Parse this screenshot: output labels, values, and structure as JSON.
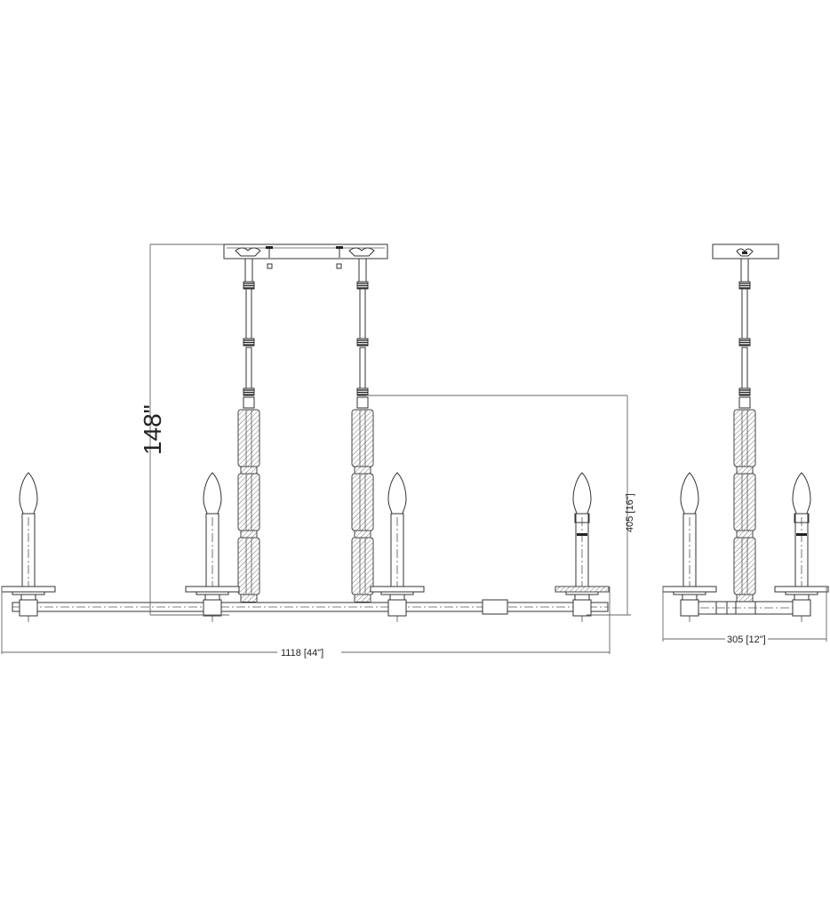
{
  "drawing": {
    "title": "Chandelier dimension drawing",
    "views": [
      "front-view",
      "side-view"
    ],
    "line_color": "#333333",
    "background": "#ffffff"
  },
  "dimensions": {
    "overall_height": {
      "label": "148\""
    },
    "body_height": {
      "label": "405 [16\"]"
    },
    "overall_width": {
      "label": "1118 [44\"]"
    },
    "depth": {
      "label": "305 [12\"]"
    }
  },
  "front_view": {
    "candle_count": 4,
    "downrod_count": 2,
    "segments_per_column": 3
  },
  "side_view": {
    "candle_count": 2,
    "downrod_count": 1,
    "segments_per_column": 3
  }
}
